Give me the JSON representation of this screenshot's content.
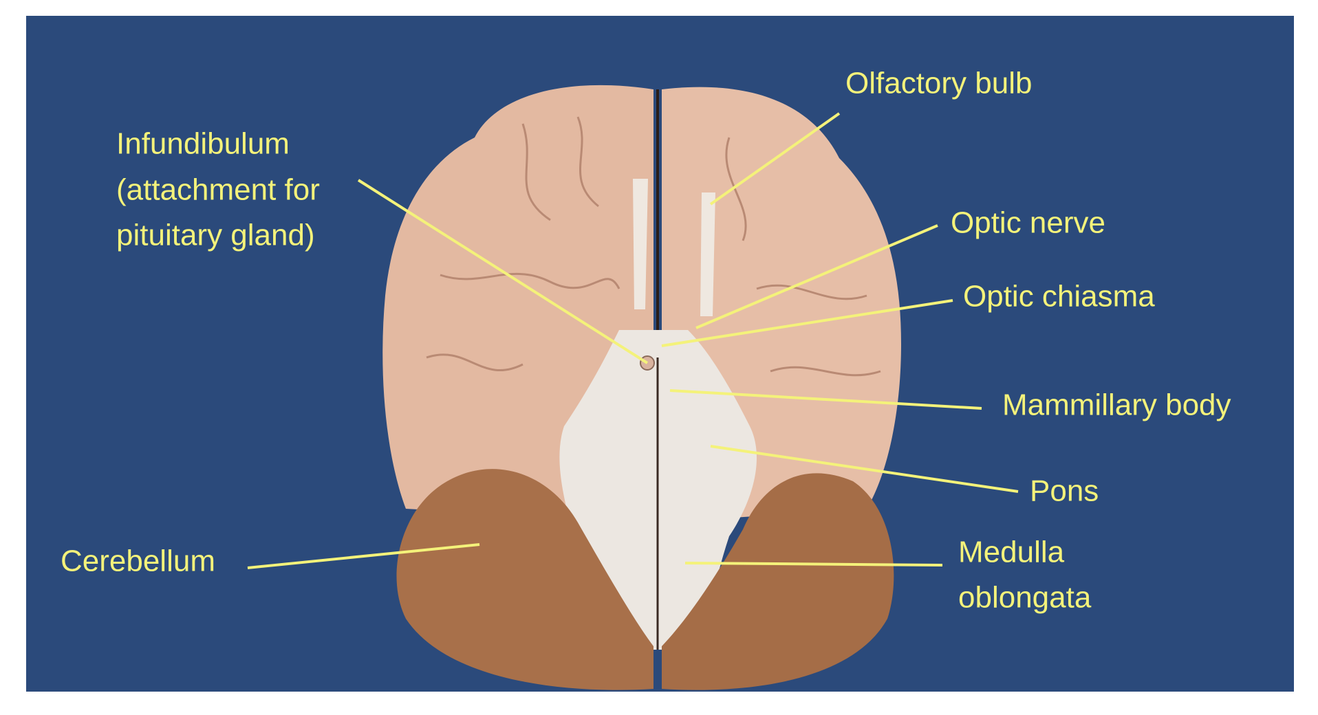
{
  "colors": {
    "background": "#2b4a7b",
    "label": "#f4f27a",
    "cerebrum": "#e6bba3",
    "cerebellum": "#a8704a",
    "brainstem": "#ece7e1"
  },
  "labels": {
    "olfactory_bulb": "Olfactory bulb",
    "infundibulum": [
      "Infundibulum",
      "(attachment for",
      "pituitary gland)"
    ],
    "optic_nerve": "Optic nerve",
    "optic_chiasma": "Optic chiasma",
    "mammillary_body": "Mammillary body",
    "pons": "Pons",
    "medulla_oblongata": [
      "Medulla",
      "oblongata"
    ],
    "cerebellum": "Cerebellum"
  }
}
